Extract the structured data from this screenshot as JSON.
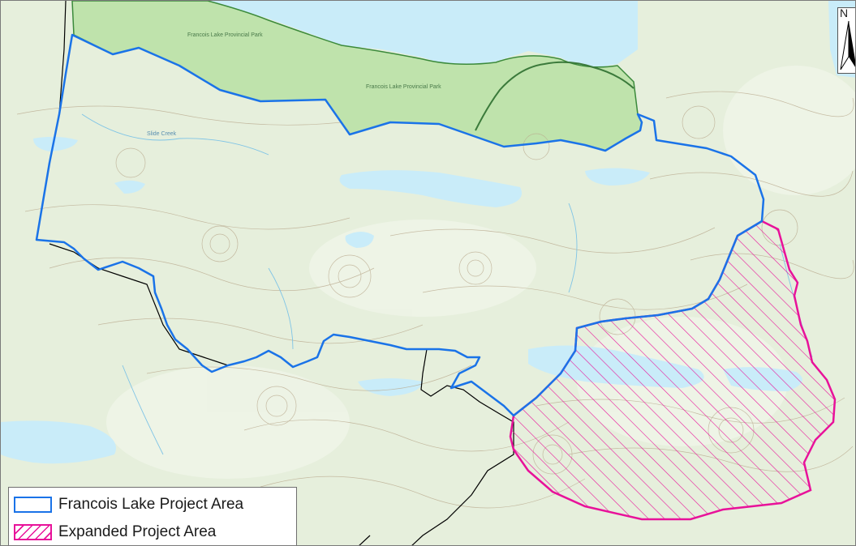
{
  "map": {
    "colors": {
      "terrain": "#e6efdc",
      "water": "#c9ecf9",
      "park": "#bfe3ac",
      "contour": "#b8a88c",
      "project_boundary": "#1a73e8",
      "expanded_area": "#e8129a",
      "road": "#000000"
    },
    "park_labels": [
      "Francois Lake Provincial Park",
      "Francois Lake Provincial Park"
    ],
    "feature_labels": [
      "Slide Creek"
    ]
  },
  "legend": {
    "items": [
      {
        "label": "Francois Lake Project Area",
        "style": "outline",
        "color": "#1a73e8"
      },
      {
        "label": "Expanded Project Area",
        "style": "hatched",
        "color": "#e8129a"
      }
    ]
  },
  "north_arrow": {
    "label": "N",
    "icon": "north-arrow-icon"
  }
}
